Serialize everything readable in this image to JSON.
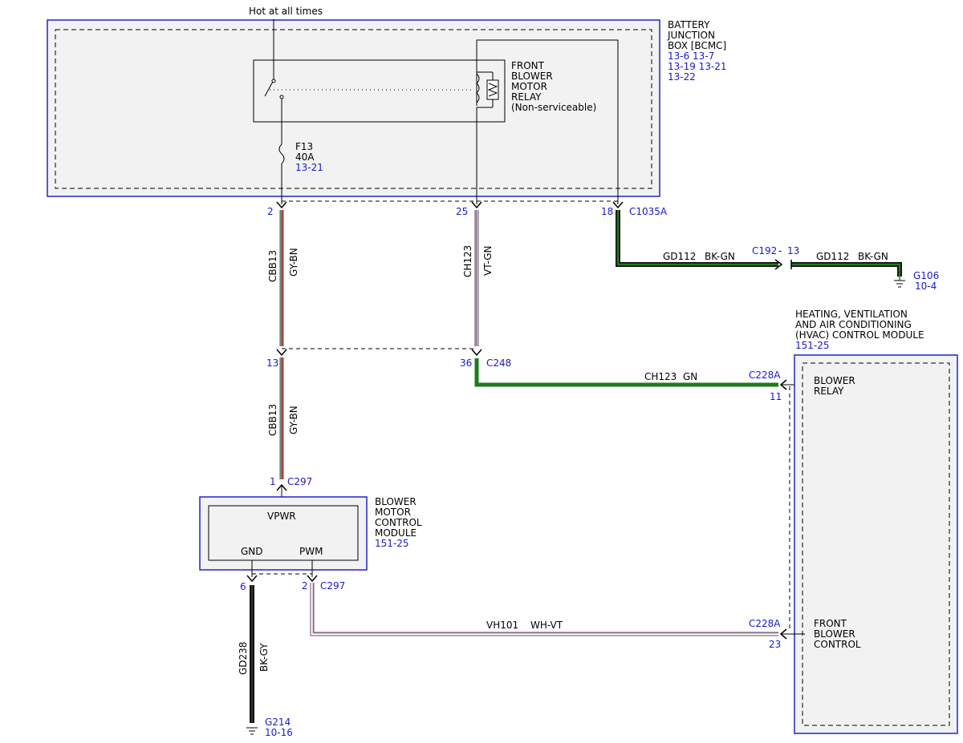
{
  "colors": {
    "link": "#1a1acc",
    "box_fill": "#f2f2f2",
    "box_border_blue": "#2222cc",
    "wire_green": "#1e7a1e",
    "wire_dark": "#1a1a1a",
    "wire_gy": "#8a8a8a",
    "wire_bn": "#8a3a2a",
    "wire_vt": "#b070c0",
    "wire_wh": "#ffffff"
  },
  "hot_label": "Hot at all times",
  "bjb": {
    "title1": "BATTERY",
    "title2": "JUNCTION",
    "title3": "BOX [BCMC]",
    "refs1": "13-6  13-7",
    "refs2": "13-19 13-21",
    "refs3": "13-22"
  },
  "relay": {
    "line1": "FRONT",
    "line2": "BLOWER",
    "line3": "MOTOR",
    "line4": "RELAY",
    "line5": "(Non-serviceable)"
  },
  "fuse": {
    "name": "F13",
    "rating": "40A",
    "ref": "13-21"
  },
  "c1035a": {
    "connector": "C1035A",
    "pin_a": "2",
    "pin_b": "25",
    "pin_c": "18"
  },
  "wire_cbb13_top": {
    "circuit": "CBB13",
    "color": "GY-BN"
  },
  "wire_ch123_top": {
    "circuit": "CH123",
    "color": "VT-GN"
  },
  "gd112": {
    "circuit1": "GD112",
    "color1": "BK-GN",
    "inline_connector": "C192",
    "inline_pin": "13",
    "circuit2": "GD112",
    "color2": "BK-GN"
  },
  "g106": {
    "name": "G106",
    "ref": "10-4"
  },
  "c248": {
    "connector": "C248",
    "pin_a": "13",
    "pin_b": "36"
  },
  "hvac": {
    "line1": "HEATING, VENTILATION",
    "line2": "AND AIR CONDITIONING",
    "line3": "(HVAC) CONTROL MODULE",
    "ref": "151-25",
    "blower_relay1": "BLOWER",
    "blower_relay2": "RELAY",
    "front_blower1": "FRONT",
    "front_blower2": "BLOWER",
    "front_blower3": "CONTROL"
  },
  "ch123_gn": {
    "circuit": "CH123",
    "color": "GN",
    "connector": "C228A",
    "pin": "11"
  },
  "wire_cbb13_bottom": {
    "circuit": "CBB13",
    "color": "GY-BN"
  },
  "c297_top": {
    "connector": "C297",
    "pin": "1"
  },
  "bmcm": {
    "line1": "BLOWER",
    "line2": "MOTOR",
    "line3": "CONTROL",
    "line4": "MODULE",
    "ref": "151-25",
    "vpwr": "VPWR",
    "gnd": "GND",
    "pwm": "PWM"
  },
  "c297_bottom": {
    "connector": "C297",
    "pin_gnd": "6",
    "pin_pwm": "2"
  },
  "vh101": {
    "circuit": "VH101",
    "color": "WH-VT",
    "connector": "C228A",
    "pin": "23"
  },
  "gd238": {
    "circuit": "GD238",
    "color": "BK-GY"
  },
  "g214": {
    "name": "G214",
    "ref": "10-16"
  }
}
